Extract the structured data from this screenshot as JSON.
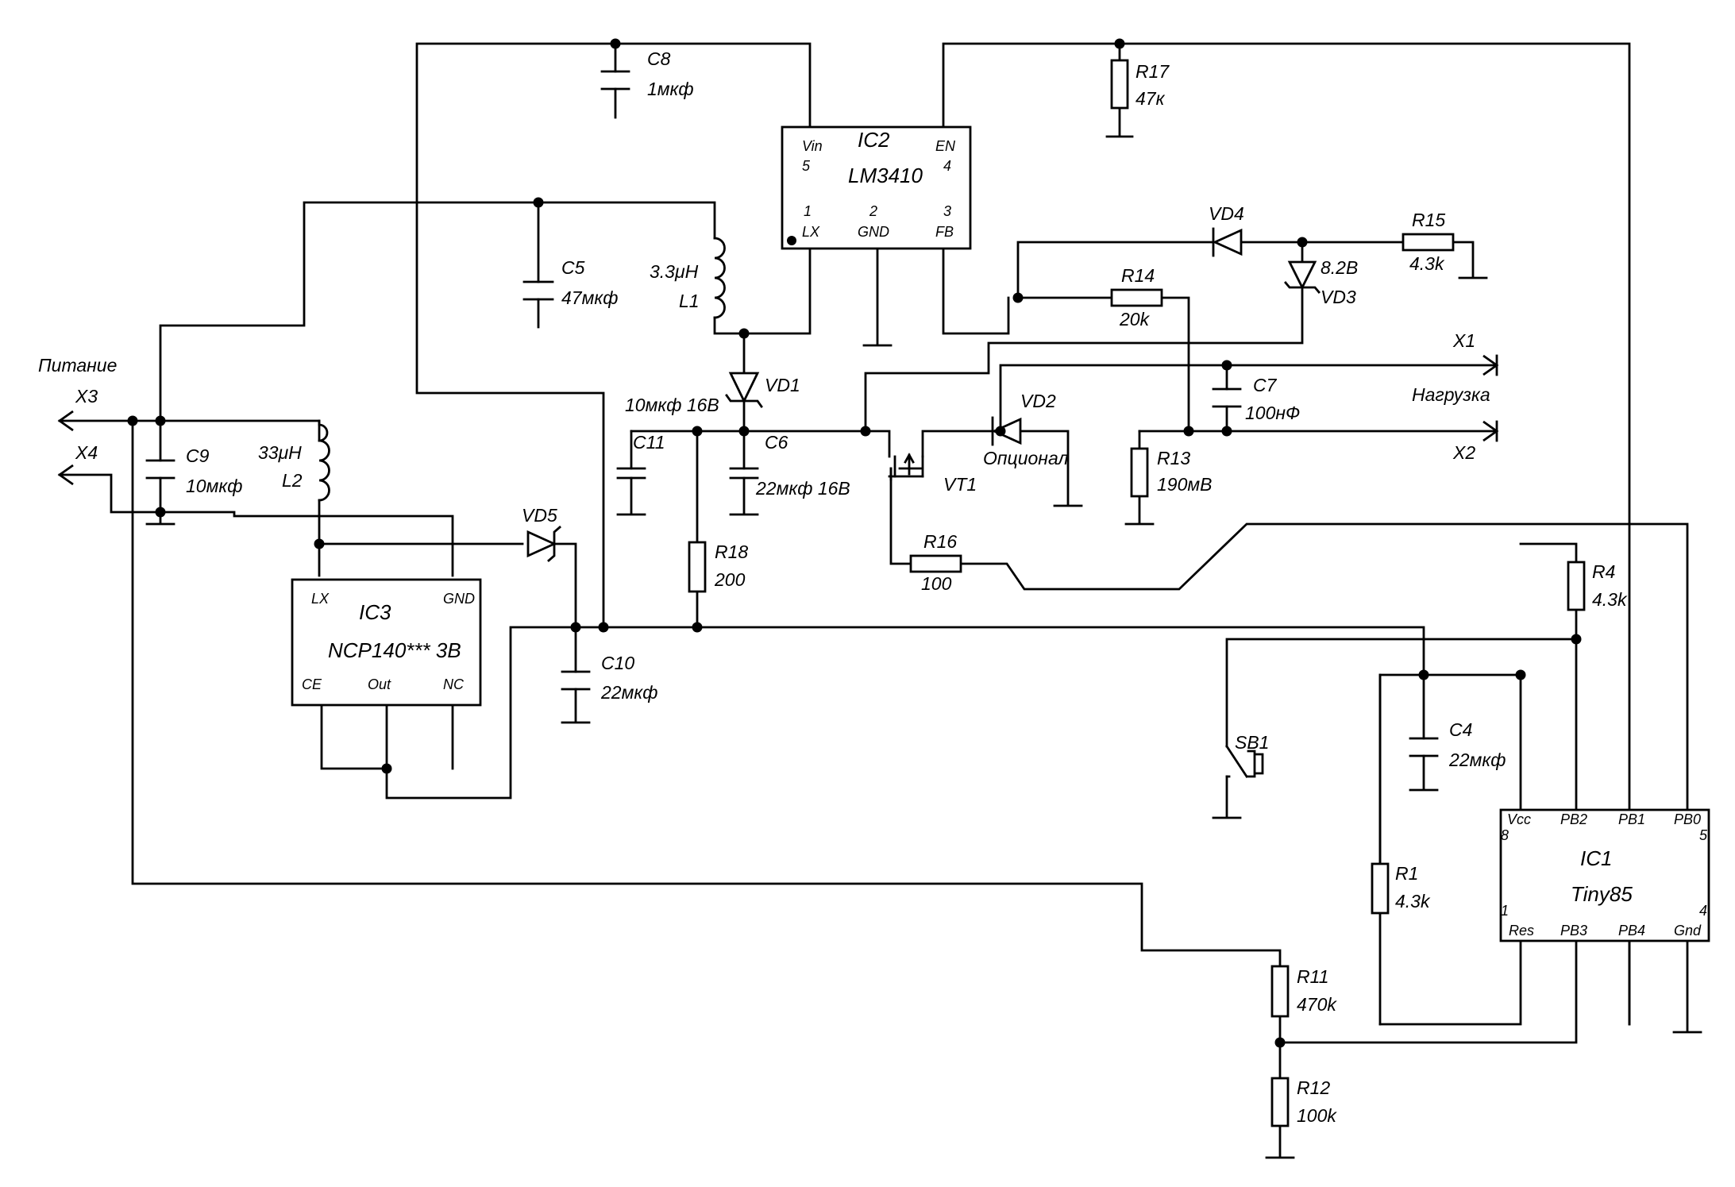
{
  "labels": {
    "power": "Питание",
    "load": "Нагрузка",
    "x1": "X1",
    "x2": "X2",
    "x3": "X3",
    "x4": "X4"
  },
  "components": {
    "c8": {
      "ref": "C8",
      "value": "1мкф"
    },
    "c5": {
      "ref": "C5",
      "value": "47мкф"
    },
    "c9": {
      "ref": "C9",
      "value": "10мкф"
    },
    "c11": {
      "ref": "C11",
      "value": "10мкф 16В"
    },
    "c6": {
      "ref": "C6",
      "value": "22мкф 16В"
    },
    "c7": {
      "ref": "C7",
      "value": "100нФ"
    },
    "c10": {
      "ref": "C10",
      "value": "22мкф"
    },
    "c4": {
      "ref": "C4",
      "value": "22мкф"
    },
    "l1": {
      "ref": "L1",
      "value": "3.3μH"
    },
    "l2": {
      "ref": "L2",
      "value": "33μH"
    },
    "vd1": {
      "ref": "VD1"
    },
    "vd2": {
      "ref": "VD2",
      "note": "Опционал"
    },
    "vd3": {
      "ref": "VD3",
      "value": "8.2В"
    },
    "vd4": {
      "ref": "VD4"
    },
    "vd5": {
      "ref": "VD5"
    },
    "vt1": {
      "ref": "VT1"
    },
    "r1": {
      "ref": "R1",
      "value": "4.3k"
    },
    "r4": {
      "ref": "R4",
      "value": "4.3k"
    },
    "r11": {
      "ref": "R11",
      "value": "470k"
    },
    "r12": {
      "ref": "R12",
      "value": "100k"
    },
    "r13": {
      "ref": "R13",
      "value": "190мВ"
    },
    "r14": {
      "ref": "R14",
      "value": "20k"
    },
    "r15": {
      "ref": "R15",
      "value": "4.3k"
    },
    "r16": {
      "ref": "R16",
      "value": "100"
    },
    "r17": {
      "ref": "R17",
      "value": "47к"
    },
    "r18": {
      "ref": "R18",
      "value": "200"
    },
    "sb1": {
      "ref": "SB1"
    }
  },
  "ic2": {
    "ref": "IC2",
    "part": "LM3410",
    "pins": {
      "vin": "Vin",
      "vin_n": "5",
      "en": "EN",
      "en_n": "4",
      "lx_n": "1",
      "lx": "LX",
      "gnd_n": "2",
      "gnd": "GND",
      "fb_n": "3",
      "fb": "FB"
    }
  },
  "ic3": {
    "ref": "IC3",
    "part": "NCP140*** 3B",
    "pins": {
      "lx": "LX",
      "gnd": "GND",
      "ce": "CE",
      "out": "Out",
      "nc": "NC"
    }
  },
  "ic1": {
    "ref": "IC1",
    "part": "Tiny85",
    "pins": {
      "vcc": "Vcc",
      "pb2": "PB2",
      "pb1": "PB1",
      "pb0": "PB0",
      "n8": "8",
      "n5": "5",
      "n1": "1",
      "n4": "4",
      "res": "Res",
      "pb3": "PB3",
      "pb4": "PB4",
      "gnd": "Gnd"
    }
  }
}
